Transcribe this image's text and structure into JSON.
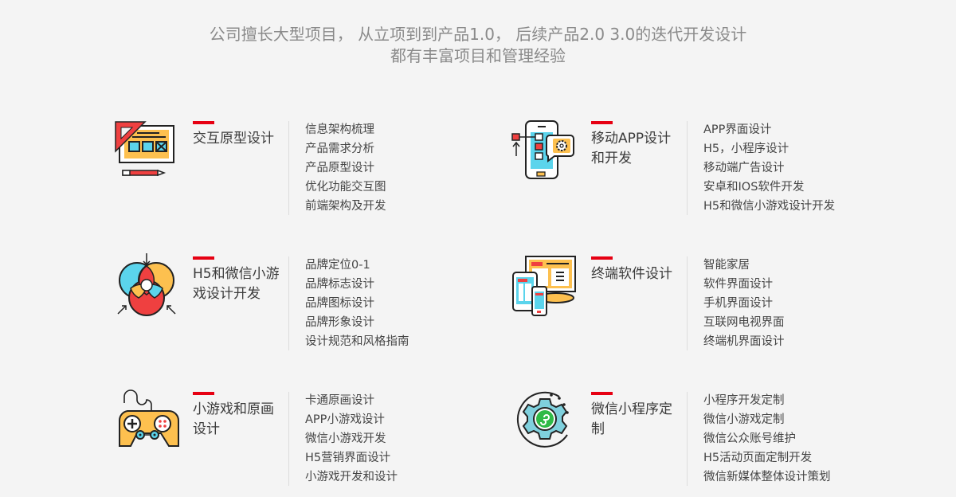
{
  "intro": {
    "line1": "公司擅长大型项目， 从立项到到产品1.0， 后续产品2.0 3.0的迭代开发设计",
    "line2": "都有丰富项目和管理经验"
  },
  "services": [
    {
      "icon": "prototype-design-icon",
      "title": "交互原型设计",
      "items": [
        "信息架构梳理",
        "产品需求分析",
        "产品原型设计",
        "优化功能交互图",
        "前端架构及开发"
      ]
    },
    {
      "icon": "mobile-app-icon",
      "title": "移动APP设计和开发",
      "items": [
        "APP界面设计",
        "H5，小程序设计",
        "移动端广告设计",
        "安卓和IOS软件开发",
        "H5和微信小游戏设计开发"
      ]
    },
    {
      "icon": "venn-circles-icon",
      "title": "H5和微信小游戏设计开发",
      "items": [
        "品牌定位0-1",
        "品牌标志设计",
        "品牌图标设计",
        "品牌形象设计",
        "设计规范和风格指南"
      ]
    },
    {
      "icon": "multi-device-icon",
      "title": "终端软件设计",
      "items": [
        "智能家居",
        "软件界面设计",
        "手机界面设计",
        "互联网电视界面",
        "终端机界面设计"
      ]
    },
    {
      "icon": "gamepad-icon",
      "title": "小游戏和原画设计",
      "items": [
        "卡通原画设计",
        "APP小游戏设计",
        "微信小游戏开发",
        "H5营销界面设计",
        "小游戏开发和设计"
      ]
    },
    {
      "icon": "mini-program-gear-icon",
      "title": "微信小程序定制",
      "items": [
        "小程序开发定制",
        "微信小游戏定制",
        "微信公众账号维护",
        "H5活动页面定制开发",
        "微信新媒体整体设计策划"
      ]
    }
  ],
  "colors": {
    "accent": "#e60012",
    "yellow": "#fdc04f",
    "cyan": "#5bd4ec",
    "red": "#ef4040",
    "text": "#444444",
    "intro": "#8a8a8a"
  }
}
